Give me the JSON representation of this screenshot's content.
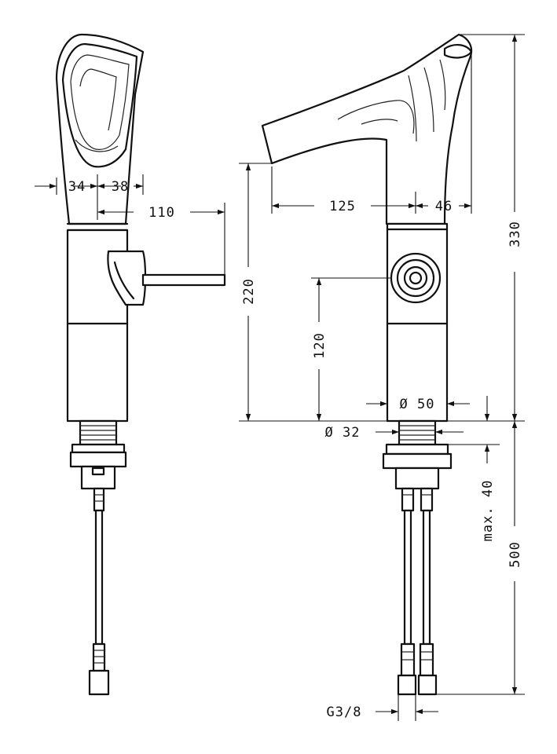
{
  "dimensions": {
    "spout_left_width": "34",
    "spout_right_width": "38",
    "lever_reach": "110",
    "spout_reach": "125",
    "spout_tip_width": "46",
    "total_height": "330",
    "spout_height": "220",
    "handle_height": "120",
    "body_diameter": "Ø 50",
    "shank_diameter": "Ø 32",
    "max_counter_thickness": "max. 40",
    "hose_length": "500",
    "connection_thread": "G3/8"
  },
  "colors": {
    "line": "#111111",
    "background": "#ffffff"
  }
}
